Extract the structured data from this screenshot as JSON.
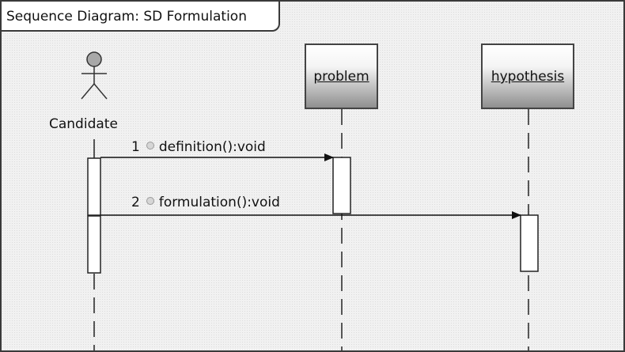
{
  "frame": {
    "title": "Sequence Diagram: SD Formulation"
  },
  "actor": {
    "name": "Candidate"
  },
  "lifelines": [
    {
      "name": "problem"
    },
    {
      "name": "hypothesis"
    }
  ],
  "messages": [
    {
      "number": "1",
      "label": "definition():void"
    },
    {
      "number": "2",
      "label": "formulation():void"
    }
  ]
}
